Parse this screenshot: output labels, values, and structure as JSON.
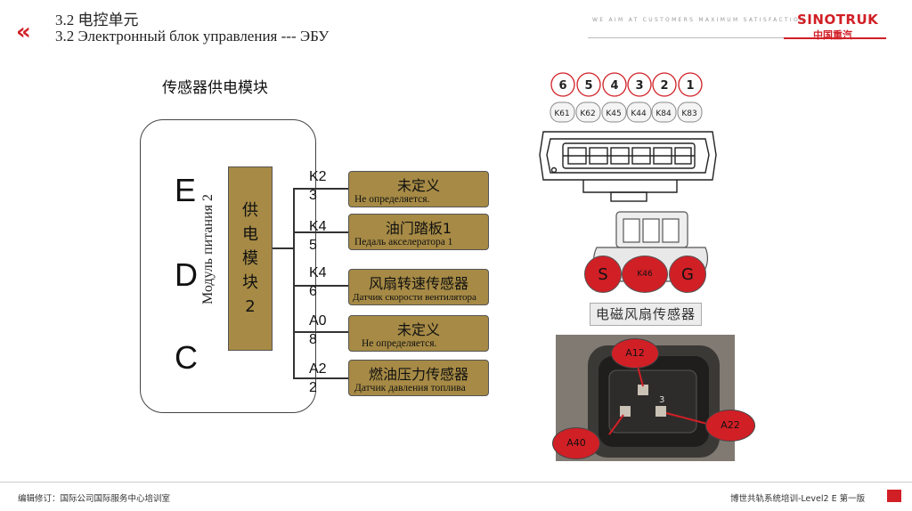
{
  "header": {
    "chevrons": "«",
    "title_cn": "3.2 电控单元",
    "title_ru": "3.2 Электронный блок управления --- ЭБУ",
    "slogan": "WE AIM AT CUSTOMERS MAXIMUM SATISFACTION",
    "brand": "SINOTRUK",
    "brand_cn": "中国重汽"
  },
  "section_title": "传感器供电模块",
  "ecu": {
    "letters": [
      "E",
      "D",
      "C"
    ],
    "side_label": "Модуль питания 2",
    "module_label": [
      "供",
      "电",
      "模",
      "块",
      "2"
    ]
  },
  "pins": [
    {
      "l1": "K2",
      "l2": "3"
    },
    {
      "l1": "K4",
      "l2": "5"
    },
    {
      "l1": "K4",
      "l2": "6"
    },
    {
      "l1": "A0",
      "l2": "8"
    },
    {
      "l1": "A2",
      "l2": "2"
    }
  ],
  "sensors": [
    {
      "cn": "未定义",
      "ru": "Не определяется."
    },
    {
      "cn": "油门踏板1",
      "ru": "Педаль акселератора 1"
    },
    {
      "cn": "风扇转速传感器",
      "ru": "Датчик скорости вентилятора"
    },
    {
      "cn": "未定义",
      "ru": "Не определяется."
    },
    {
      "cn": "燃油压力传感器",
      "ru": "Датчик давления топлива"
    }
  ],
  "connector": {
    "pin_numbers": [
      "6",
      "5",
      "4",
      "3",
      "2",
      "1"
    ],
    "pin_codes": [
      "K61",
      "K62",
      "K45",
      "K44",
      "K84",
      "K83"
    ]
  },
  "fan_sensor": {
    "left": "S",
    "middle": "K46",
    "right": "G",
    "caption": "电磁风扇传感器"
  },
  "fuel_sensor_photo": {
    "tag_top": "A12",
    "tag_left": "A40",
    "tag_right": "A22",
    "pin_label": "3"
  },
  "footer": {
    "left": "编辑修订：国际公司国际服务中心培训室",
    "right": "博世共轨系统培训-Level2 E   第一版"
  },
  "colors": {
    "accent_red": "#d11f26",
    "module_fill": "#a68a45"
  }
}
